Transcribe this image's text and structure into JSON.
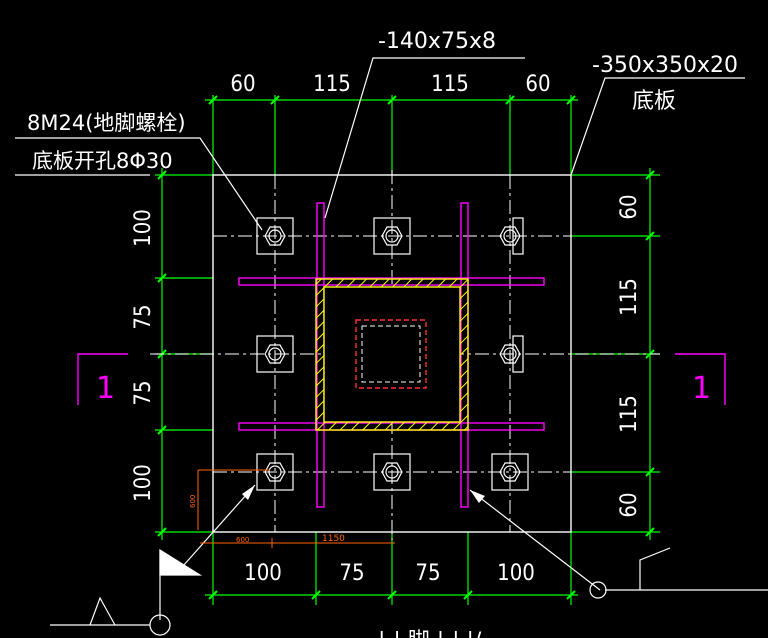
{
  "labels": {
    "stiffener_spec": "-140x75x8",
    "plate_spec": "-350x350x20",
    "plate_name": "底板",
    "bolt_spec": "8M24(地脚螺栓)",
    "hole_spec": "底板开孔8Φ30",
    "section_left": "1",
    "section_right": "1",
    "bottom_partial": "|-| 脚 |-| |/"
  },
  "dims": {
    "top": [
      "60",
      "115",
      "115",
      "60"
    ],
    "left": [
      "100",
      "75",
      "75",
      "100"
    ],
    "right": [
      "60",
      "115",
      "115",
      "60"
    ],
    "bottom": [
      "100",
      "75",
      "75",
      "100"
    ],
    "small_v": "600",
    "small_h1": "600",
    "small_h2": "1150"
  },
  "colors": {
    "green": "#00ff00",
    "magenta": "#ff00ff",
    "yellow": "#ffff00",
    "red": "#ff3030",
    "orange": "#ff6600",
    "white": "#ffffff"
  }
}
